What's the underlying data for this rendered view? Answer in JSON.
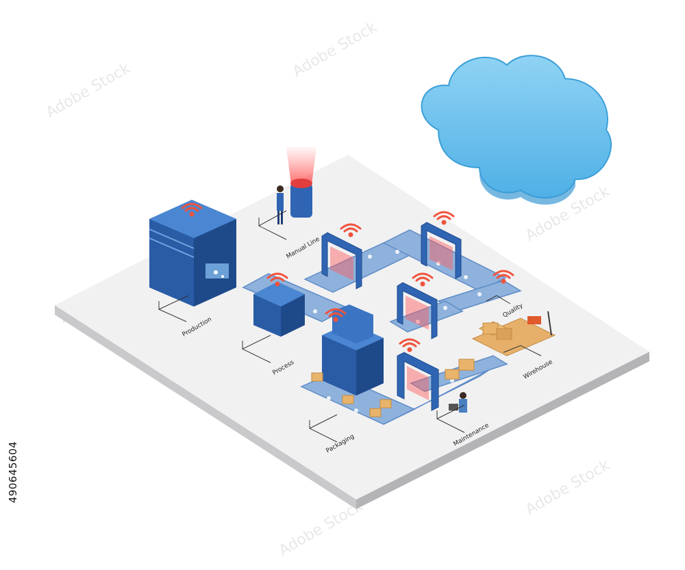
{
  "labels": {
    "production": "Production",
    "manual_line": "Manual Line",
    "process": "Process",
    "quality": "Quality",
    "warehouse": "Wirehouse",
    "packaging": "Packaging",
    "maintenance": "Maintenance"
  },
  "stock_id": "490645604",
  "watermark": "Adobe Stock",
  "colors": {
    "platform_top": "#f1f1f2",
    "platform_side": "#c9c9cb",
    "machine_blue": "#2f65b3",
    "machine_dark": "#1f4a8a",
    "conveyor": "#8fb2dc",
    "signal": "#f0533c",
    "cloud": "#6cc0ec",
    "box": "#e8b46b"
  }
}
